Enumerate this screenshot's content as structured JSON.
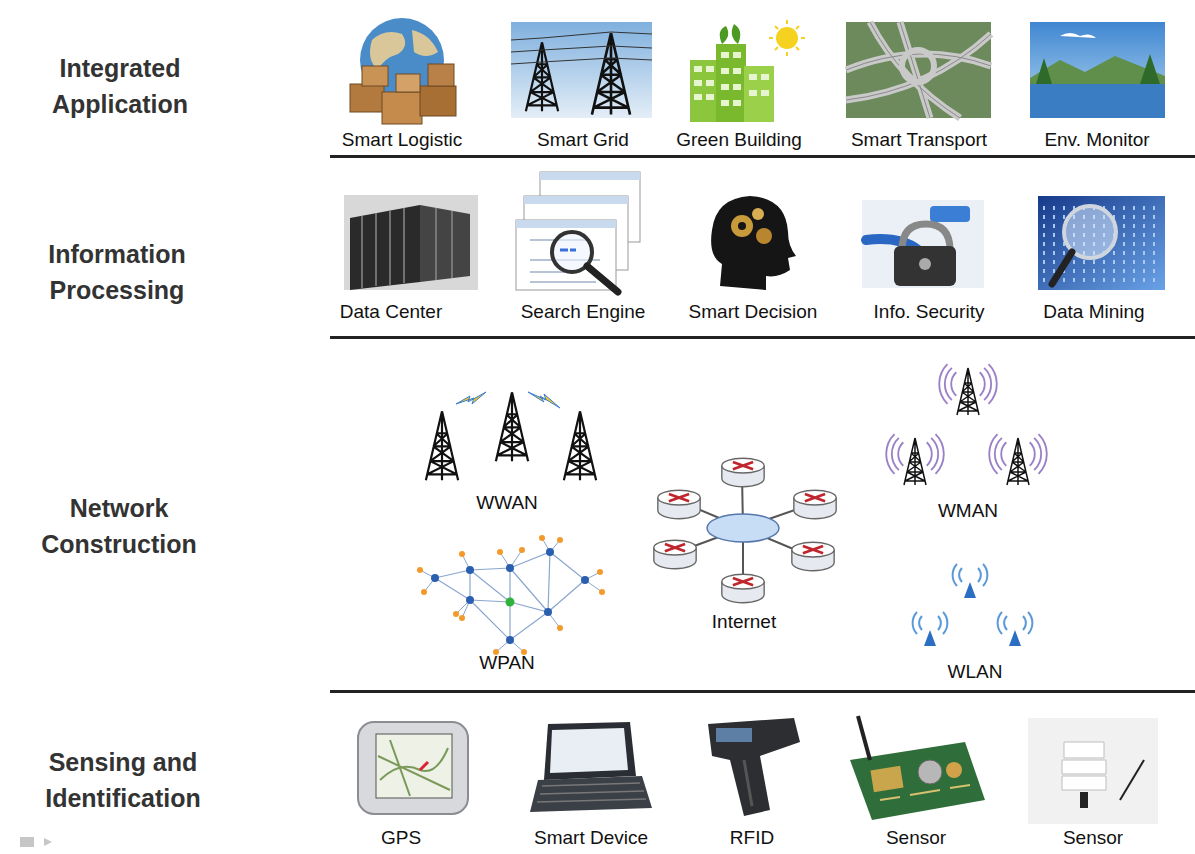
{
  "diagram": {
    "labels": [
      "Integrated Application",
      "Smart Logistic",
      "Smart Grid",
      "Green Building",
      "Smart Transport",
      "Env. Monitor",
      "Information Processing",
      "Data Center",
      "Search Engine",
      "Smart Decision",
      "Info. Security",
      "Data Mining",
      "Network Construction",
      "WWAN",
      "WMAN",
      "Internet",
      "WPAN",
      "WLAN",
      "Sensing and Identification",
      "GPS",
      "Smart Device",
      "RFID",
      "Sensor",
      "Sensor"
    ]
  }
}
